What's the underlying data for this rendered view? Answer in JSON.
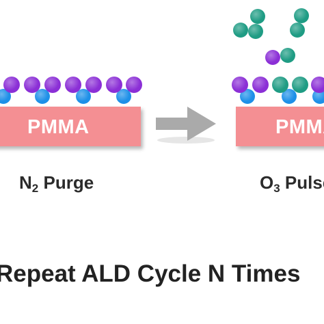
{
  "diagram": {
    "left_panel": {
      "substrate_label": "PMMA",
      "step_label_main": "N",
      "step_label_sub": "2",
      "step_label_rest": " Purge"
    },
    "right_panel": {
      "substrate_label": "PMMA",
      "step_label_main": "O",
      "step_label_sub": "3",
      "step_label_rest": " Pulse"
    },
    "caption": "Repeat ALD Cycle N Times",
    "colors": {
      "substrate": "#f48f93",
      "precursor_purple": "#8b2fd6",
      "surface_blue": "#1e90e8",
      "ozone_teal": "#1f9c84",
      "arrow": "#aaaaaa"
    },
    "icons": {
      "arrow": "right-arrow-icon"
    }
  }
}
